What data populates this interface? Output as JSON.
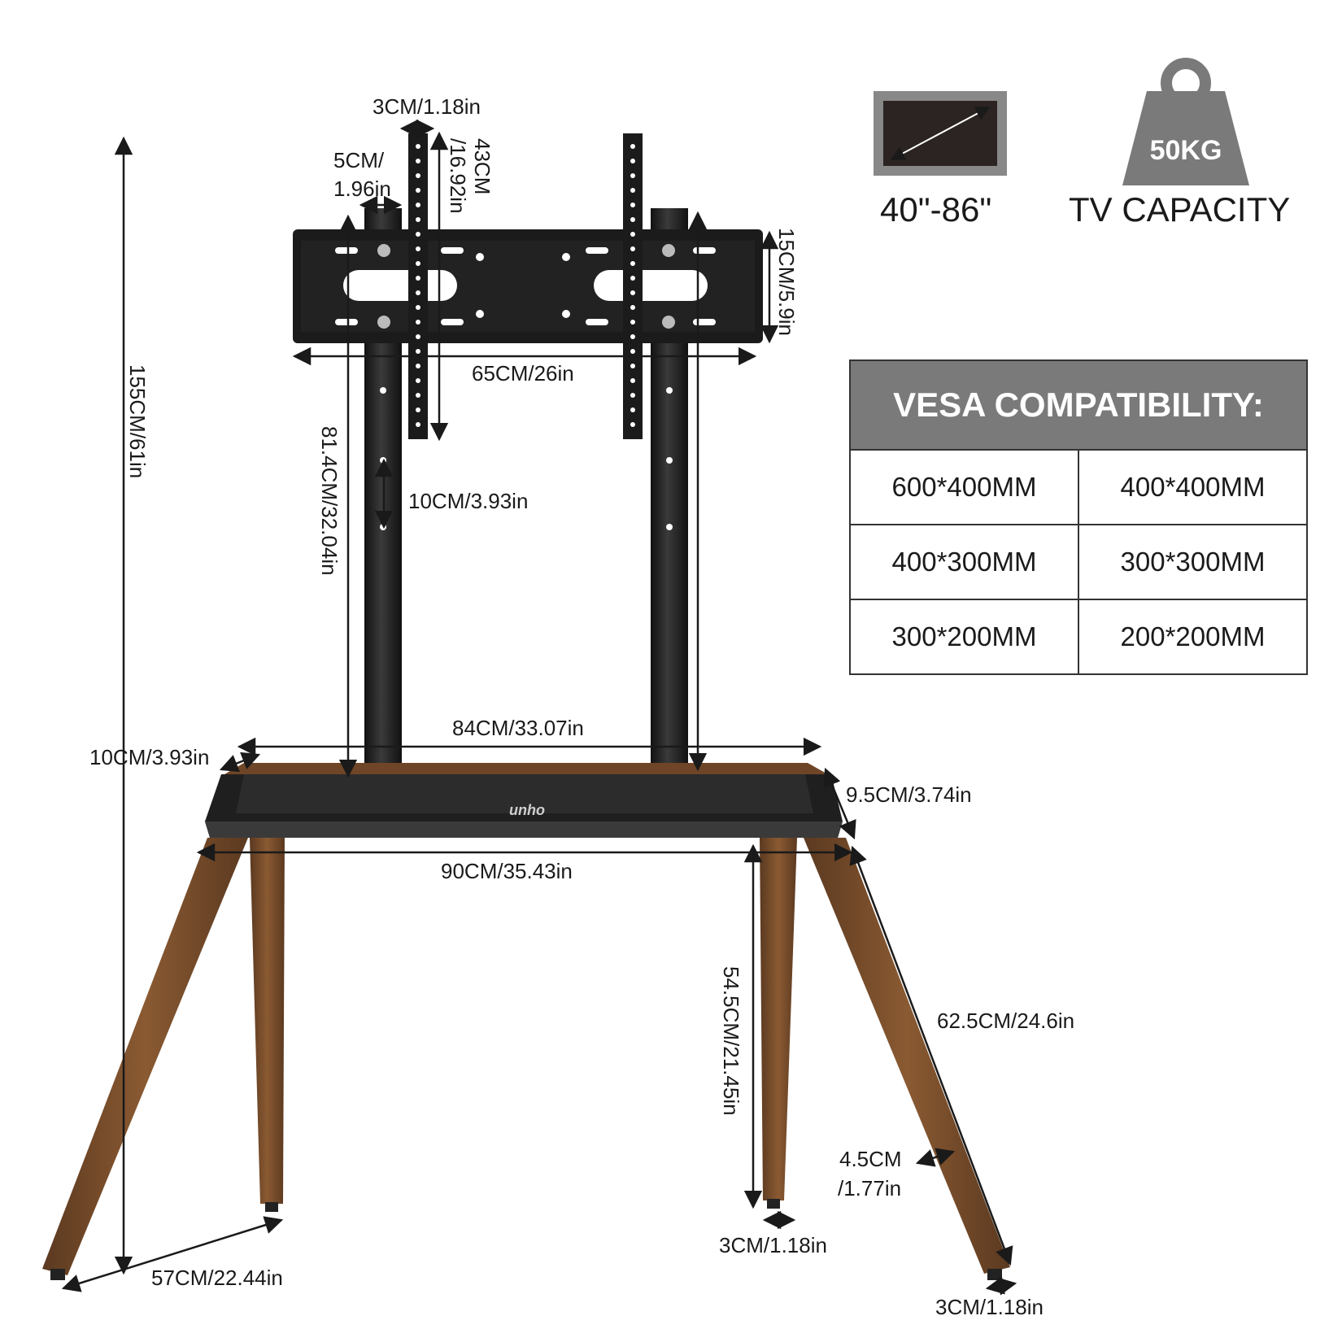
{
  "brand_logo": "unho",
  "specs": {
    "screen_size": "40\"-86\"",
    "weight_capacity": "50KG",
    "capacity_label": "TV CAPACITY"
  },
  "vesa": {
    "title": "VESA COMPATIBILITY:",
    "rows": [
      [
        "600*400MM",
        "400*400MM"
      ],
      [
        "400*300MM",
        "300*300MM"
      ],
      [
        "300*200MM",
        "200*200MM"
      ]
    ]
  },
  "dimensions": {
    "total_height": "155CM/61in",
    "bracket_strip_width": "3CM/1.18in",
    "pole_diameter_line1": "5CM/",
    "pole_diameter_line2": "1.96in",
    "strip_height_line1": "43CM",
    "strip_height_line2": "/16.92in",
    "bracket_height": "15CM/5.9in",
    "bracket_width": "65CM/26in",
    "pole_height": "81.4CM/32.04in",
    "hole_spacing": "10CM/3.93in",
    "top_width": "84CM/33.07in",
    "shelf_depth": "10CM/3.93in",
    "shelf_thickness": "9.5CM/3.74in",
    "shelf_width": "90CM/35.43in",
    "leg_height": "54.5CM/21.45in",
    "leg_length": "62.5CM/24.6in",
    "leg_width_line1": "4.5CM",
    "leg_width_line2": "/1.77in",
    "foot_width_front": "3CM/1.18in",
    "foot_width_back": "3CM/1.18in",
    "base_depth": "57CM/22.44in"
  },
  "colors": {
    "wood": "#7a4f2c",
    "wood_dark": "#5b3920",
    "metal": "#1d1d1d",
    "badge_gray": "#7a7a7a"
  }
}
